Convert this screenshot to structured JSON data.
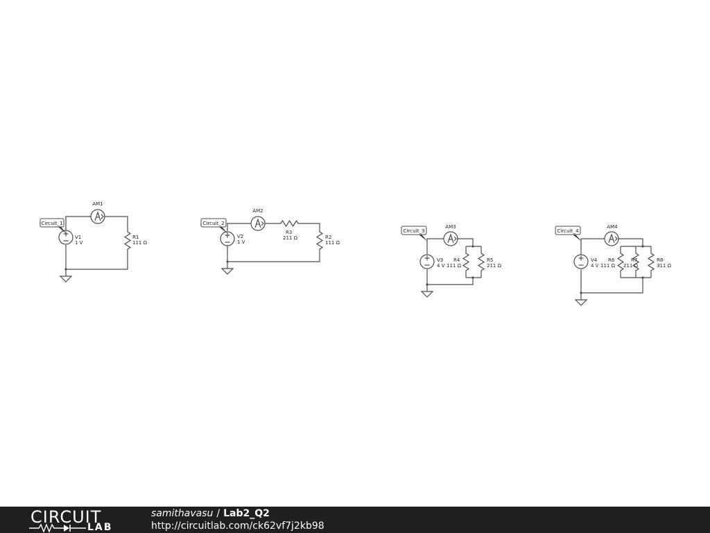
{
  "circuits": [
    {
      "tag": "Circuit_1",
      "ammeter": "AM1",
      "source": {
        "name": "V1",
        "value": "1 V"
      },
      "resistors": [
        {
          "name": "R1",
          "value": "111 Ω"
        }
      ]
    },
    {
      "tag": "Circuit_2",
      "ammeter": "AM2",
      "source": {
        "name": "V2",
        "value": "1 V"
      },
      "resistors": [
        {
          "name": "R3",
          "value": "211 Ω"
        },
        {
          "name": "R2",
          "value": "111 Ω"
        }
      ]
    },
    {
      "tag": "Circuit_3",
      "ammeter": "AM3",
      "source": {
        "name": "V3",
        "value": "4 V"
      },
      "resistors": [
        {
          "name": "R4",
          "value": "111 Ω"
        },
        {
          "name": "R5",
          "value": "211 Ω"
        }
      ]
    },
    {
      "tag": "Circuit_4",
      "ammeter": "AM4",
      "source": {
        "name": "V4",
        "value": "4 V"
      },
      "resistors": [
        {
          "name": "R6",
          "value": "111 Ω"
        },
        {
          "name": "R7",
          "value": "211 Ω"
        },
        {
          "name": "R8",
          "value": "311 Ω"
        }
      ]
    }
  ],
  "footer": {
    "logo_top": "CIRCUIT",
    "logo_bottom": "LAB",
    "author": "samithavasu",
    "separator": "/",
    "title": "Lab2_Q2",
    "url": "http://circuitlab.com/ck62vf7j2kb98"
  }
}
